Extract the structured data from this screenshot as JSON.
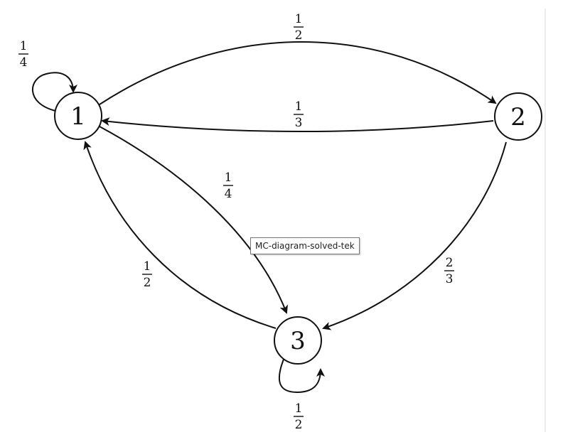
{
  "diagram": {
    "nodes": [
      {
        "id": "1",
        "label": "1"
      },
      {
        "id": "2",
        "label": "2"
      },
      {
        "id": "3",
        "label": "3"
      }
    ],
    "edges": [
      {
        "from": "1",
        "to": "1",
        "numerator": "1",
        "denominator": "4"
      },
      {
        "from": "1",
        "to": "2",
        "numerator": "1",
        "denominator": "2"
      },
      {
        "from": "2",
        "to": "1",
        "numerator": "1",
        "denominator": "3"
      },
      {
        "from": "1",
        "to": "3",
        "numerator": "1",
        "denominator": "4"
      },
      {
        "from": "3",
        "to": "1",
        "numerator": "1",
        "denominator": "2"
      },
      {
        "from": "2",
        "to": "3",
        "numerator": "2",
        "denominator": "3"
      },
      {
        "from": "3",
        "to": "3",
        "numerator": "1",
        "denominator": "2"
      }
    ]
  },
  "tooltip": {
    "text": "MC-diagram-solved-tek"
  },
  "colors": {
    "stroke": "#111111",
    "background": "#ffffff",
    "tooltip_border": "#767676"
  }
}
